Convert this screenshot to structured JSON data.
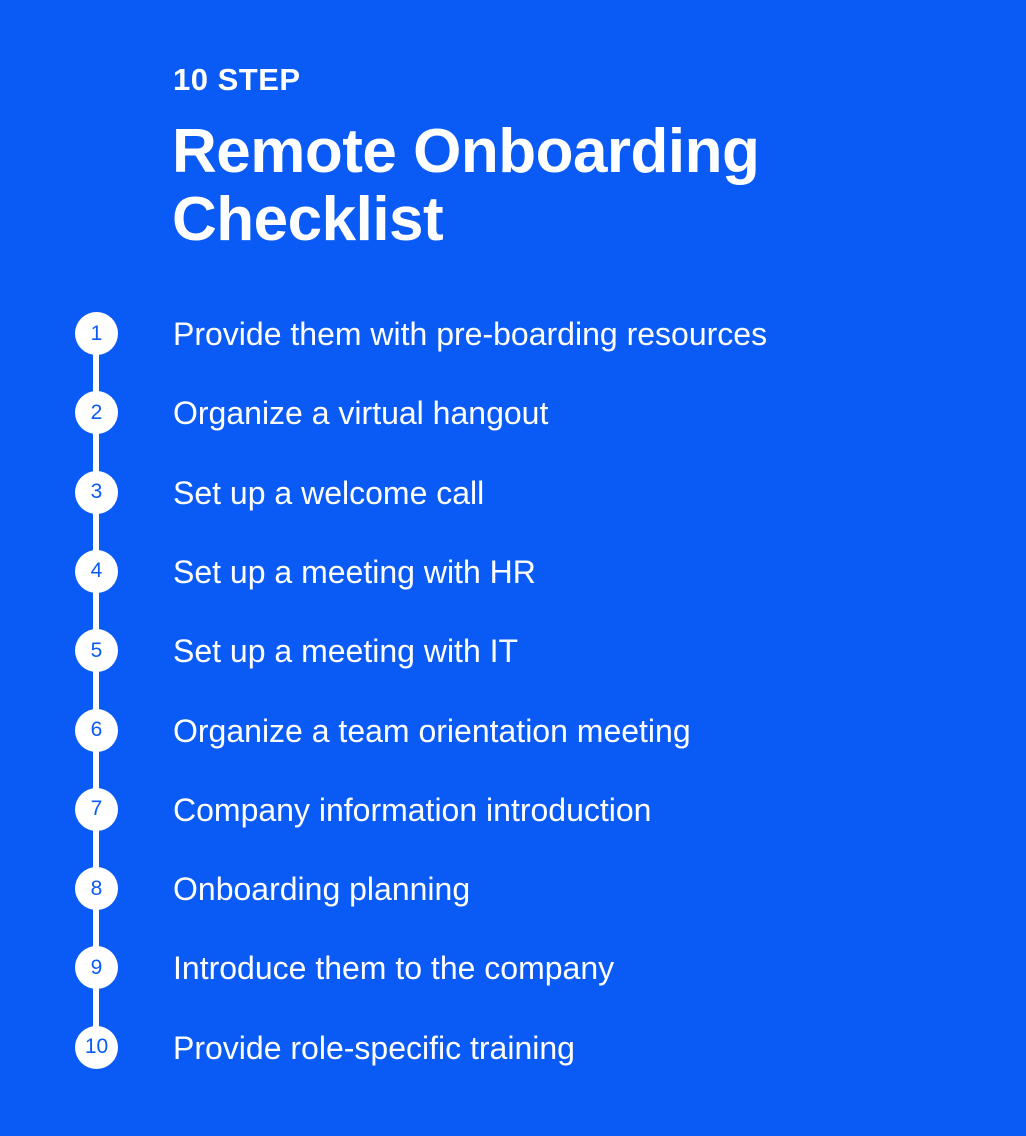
{
  "eyebrow": "10 STEP",
  "title_line1": "Remote Onboarding",
  "title_line2": "Checklist",
  "colors": {
    "background": "#0a5bf6",
    "foreground": "#ffffff"
  },
  "steps": [
    {
      "number": "1",
      "label": "Provide them with pre-boarding resources"
    },
    {
      "number": "2",
      "label": "Organize a virtual hangout"
    },
    {
      "number": "3",
      "label": "Set up a welcome call"
    },
    {
      "number": "4",
      "label": "Set up a meeting with HR"
    },
    {
      "number": "5",
      "label": "Set up a meeting with IT"
    },
    {
      "number": "6",
      "label": "Organize a team orientation meeting"
    },
    {
      "number": "7",
      "label": "Company information introduction"
    },
    {
      "number": "8",
      "label": "Onboarding planning"
    },
    {
      "number": "9",
      "label": "Introduce them to the company"
    },
    {
      "number": "10",
      "label": "Provide role-specific training"
    }
  ]
}
